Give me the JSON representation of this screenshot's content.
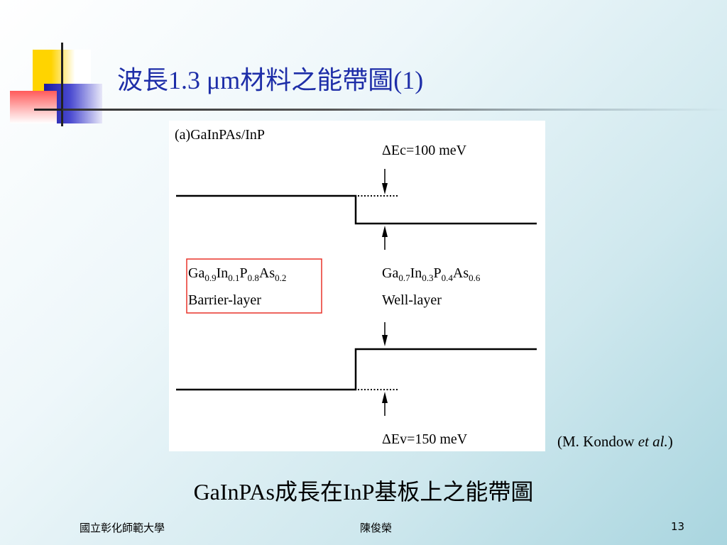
{
  "slide": {
    "title": "波長1.3 μm材料之能帶圖(1)",
    "credit_prefix": "(M. Kondow ",
    "credit_italic": "et al.",
    "credit_suffix": ")",
    "caption": "GaInPAs成長在InP基板上之能帶圖",
    "footer_left": "國立彰化師範大學",
    "footer_center": "陳俊榮",
    "page_number": "13"
  },
  "diagram": {
    "panel_label": "(a)GaInPAs/InP",
    "delta_ec": "ΔEc=100 meV",
    "delta_ev": "ΔEv=150 meV",
    "barrier": {
      "ga": "Ga",
      "ga_sub": "0.9",
      "in": "In",
      "in_sub": "0.1",
      "p": "P",
      "p_sub": "0.8",
      "as": "As",
      "as_sub": "0.2",
      "layer": "Barrier-layer"
    },
    "well": {
      "ga": "Ga",
      "ga_sub": "0.7",
      "in": "In",
      "in_sub": "0.3",
      "p": "P",
      "p_sub": "0.4",
      "as": "As",
      "as_sub": "0.6",
      "layer": "Well-layer"
    },
    "colors": {
      "box_outline": "#e8332a",
      "title": "#1e2ea8"
    }
  }
}
